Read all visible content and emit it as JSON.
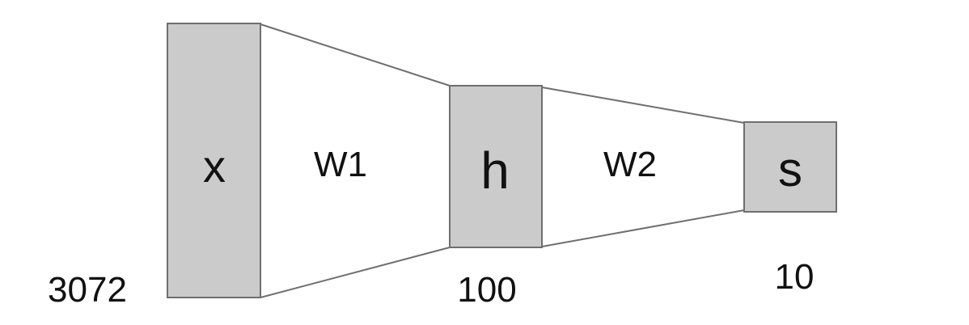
{
  "layers": [
    {
      "symbol": "x",
      "size": "3072"
    },
    {
      "symbol": "h",
      "size": "100"
    },
    {
      "symbol": "s",
      "size": "10"
    }
  ],
  "weights": [
    {
      "label": "W1"
    },
    {
      "label": "W2"
    }
  ],
  "colors": {
    "layer_fill": "#cccbcc",
    "line": "#6f6f6f",
    "text": "#111111",
    "background": "#ffffff"
  }
}
